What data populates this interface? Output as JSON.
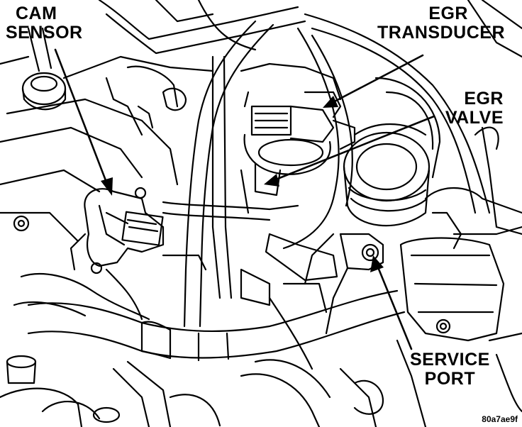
{
  "labels": {
    "cam_sensor": {
      "line1": "CAM",
      "line2": "SENSOR"
    },
    "egr_transducer": {
      "line1": "EGR",
      "line2": "TRANSDUCER"
    },
    "egr_valve": {
      "line1": "EGR",
      "line2": "VALVE"
    },
    "service_port": {
      "line1": "SERVICE",
      "line2": "PORT"
    }
  },
  "figure_code": "80a7ae9f",
  "colors": {
    "ink": "#000000",
    "paper": "#ffffff"
  }
}
